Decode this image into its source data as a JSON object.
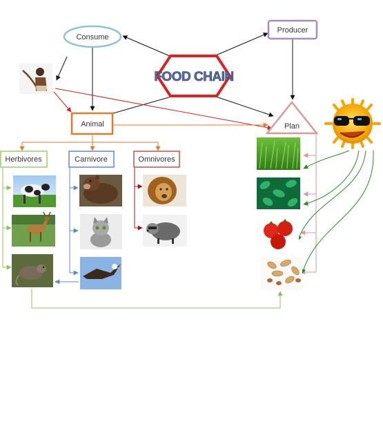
{
  "diagram": {
    "title": "FOOD CHAIN",
    "nodes": {
      "consume": "Consume",
      "producer": "Producer",
      "animal": "Animal",
      "plan": "Plan",
      "herbivores": "Herbivores",
      "carnivore": "Carnivore",
      "omnivores": "Omnivores"
    },
    "pictures": {
      "human": "hunter-picture",
      "sun": "sun-with-sunglasses-picture",
      "herbivores": [
        "cow",
        "deer",
        "rat"
      ],
      "carnivores": [
        "bear",
        "cat",
        "eagle"
      ],
      "omnivores": [
        "lion",
        "raccoon"
      ],
      "plants": [
        "grass",
        "leaves",
        "tomatoes",
        "peanuts"
      ]
    },
    "colors": {
      "consume": "#8fc3d3",
      "producer": "#a48bc0",
      "animal": "#e07b2c",
      "plan": "#d69a9a",
      "title_border": "#e02020",
      "herbivores": "#9bcc6a",
      "carnivore": "#5b88c8",
      "omnivores": "#c0504d",
      "energy": "#2a8a2a"
    }
  }
}
